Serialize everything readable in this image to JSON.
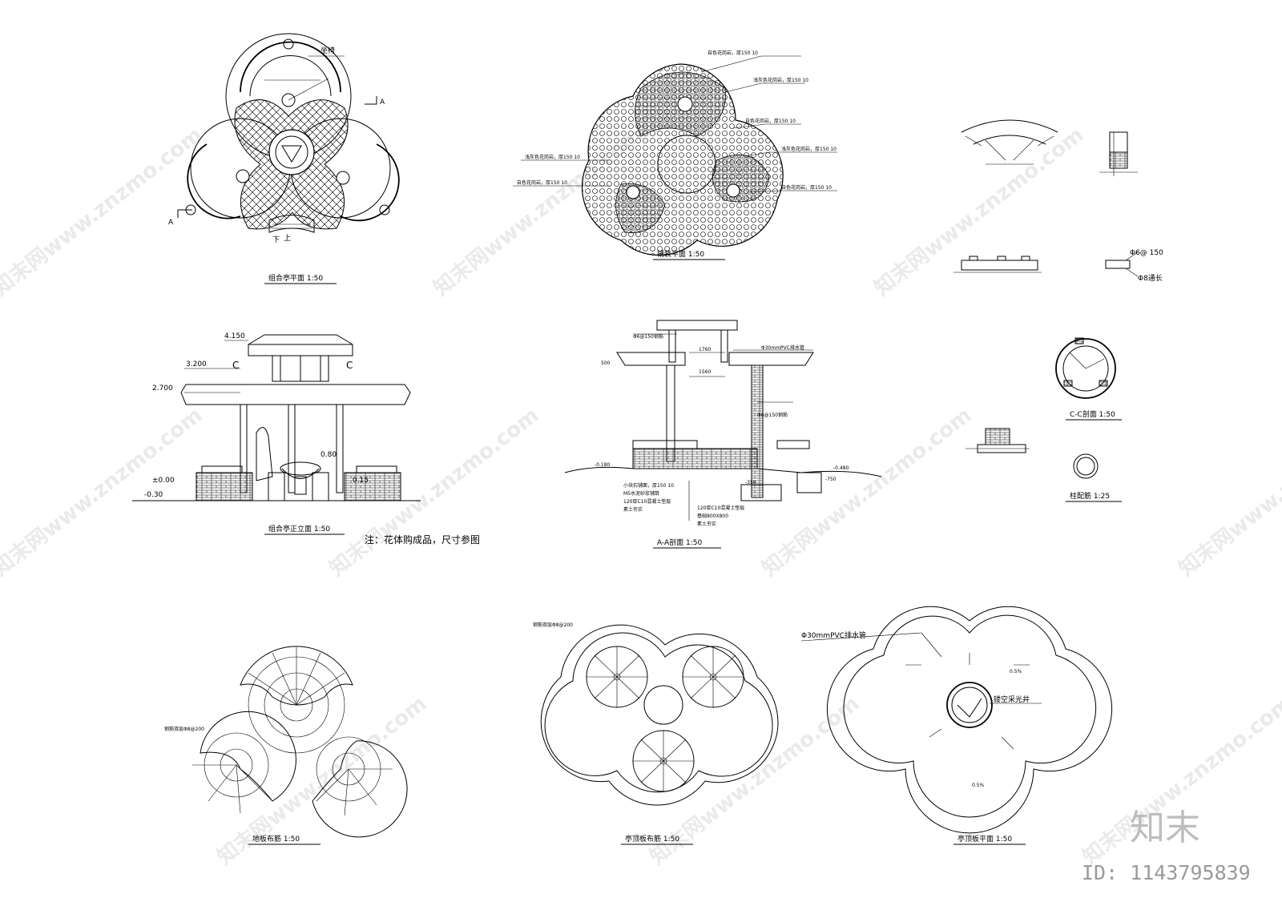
{
  "titles": {
    "plan_combined": "组合亭平面  1:50",
    "paving_plan": "铺装平面  1:50",
    "elevation": "组合亭正立面  1:50",
    "section_aa": "A-A剖面  1:50",
    "section_cc": "C-C剖面  1:50",
    "column_rebar": "柱配筋  1:25",
    "floor_rebar": "地板布筋  1:50",
    "roof_rebar": "亭顶板布筋  1:50",
    "roof_plan": "亭顶板平面  1:50"
  },
  "notes": {
    "flower_note": "注：花体购成品，尺寸参图"
  },
  "plan_labels": {
    "seat": "坐椅",
    "a_left": "A",
    "a_right": "A",
    "down": "下",
    "up": "上"
  },
  "paving_labels": [
    "自色花岗岩，厚150 10",
    "浅灰色花岗岩，厚150 10",
    "自色花岗岩，厚150 10",
    "浅灰色花岗岩，厚150 10",
    "浅灰色花岗岩，厚150 10",
    "自色花岗岩，厚150 10",
    "自色花岗岩，厚150 10"
  ],
  "elevation_levels": {
    "top": "4.150",
    "mid": "3.200",
    "eave": "2.700",
    "ground": "±0.00",
    "below": "-0.30",
    "seat": "0.80",
    "step": "0.15"
  },
  "elevation_section_marks": {
    "left": "C",
    "right": "C"
  },
  "section_labels": {
    "left_rebar": "Φ6@150钢筋",
    "pvc": "Φ30mmPVC排水管",
    "right_rebar": "Φ6@150钢筋",
    "level_left": "-0.180",
    "level_right": "-0.480",
    "level_750": "-750",
    "level_350": "-350",
    "dim_500": "500",
    "dim_1760": "1760",
    "dim_1560": "1560",
    "layer1": "小块石铺面，厚150 10",
    "layer2": "M5水泥砂浆铺筑",
    "layer3": "120厚C10混凝土垫层",
    "layer4": "素土夯实",
    "layer5": "120厚C10混凝土垫层",
    "layer6": "基础800X800",
    "layer7": "素土夯实"
  },
  "detail_labels": {
    "rebar_spec": "Φ6@ 150",
    "rebar_extend": "Φ8通长"
  },
  "roof_labels": {
    "pvc_pipe": "Φ30mmPVC排水管",
    "light_well": "镂空采光井",
    "slope1": "0.5%",
    "slope2": "0.5%"
  },
  "rebar_notes": {
    "floor": "钢筋双层Φ8@200",
    "roof": "钢筋双层Φ8@200"
  },
  "watermark": {
    "text": "知末网www.znzmo.com",
    "logo": "知末",
    "id": "ID: 1143795839"
  }
}
